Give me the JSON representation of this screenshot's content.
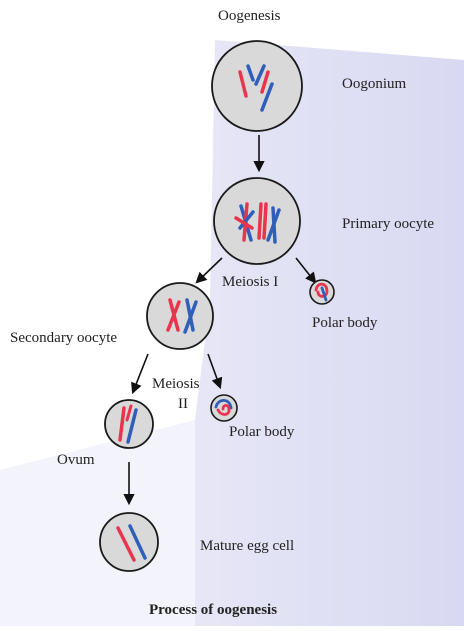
{
  "diagram": {
    "title": "Oogenesis",
    "caption": "Process of oogenesis",
    "stages": {
      "oogonium": "Oogonium",
      "primary_oocyte": "Primary oocyte",
      "secondary_oocyte": "Secondary oocyte",
      "ovum": "Ovum",
      "mature_egg": "Mature egg cell"
    },
    "divisions": {
      "meiosis_1": "Meiosis I",
      "meiosis_2_line1": "Meiosis",
      "meiosis_2_line2": "II"
    },
    "polar_bodies": {
      "first": "Polar body",
      "second": "Polar body"
    },
    "colors": {
      "cell_fill": "#d9d9d9",
      "cell_outline": "#1a1a1a",
      "chromosome_red": "#e8354d",
      "chromosome_blue": "#2f5fb8",
      "background_band": "#dcdcf3",
      "arrow": "#111111"
    }
  }
}
